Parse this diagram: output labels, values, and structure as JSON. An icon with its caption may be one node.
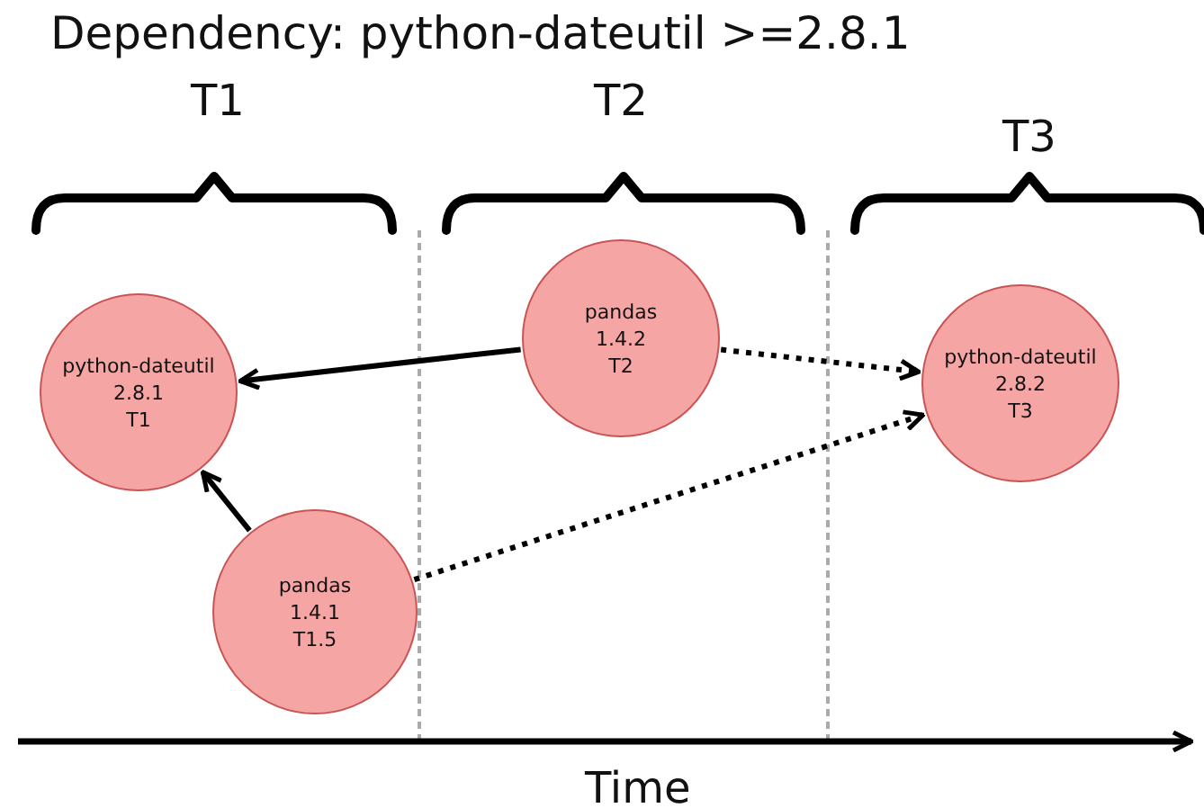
{
  "diagram": {
    "title": "Dependency: python-dateutil >=2.8.1",
    "nodes": [
      {
        "text": [
          "python-dateutil",
          "2.8.1",
          "T1"
        ]
      },
      {
        "text": [
          "pandas",
          "1.4.2",
          "T2"
        ]
      },
      {
        "text": [
          "python-dateutil",
          "2.8.2",
          "T3"
        ]
      },
      {
        "text": [
          "pandas",
          "1.4.1",
          "T1.5"
        ]
      }
    ],
    "edges": [
      {
        "from": 1,
        "to": 0,
        "arrow": "to"
      },
      {
        "from": 1,
        "to": 2,
        "arrow": "to",
        "style": "dashed"
      },
      {
        "from": 3,
        "to": 0,
        "arrow": "to"
      },
      {
        "from": 3,
        "to": 2,
        "arrow": "to",
        "style": "dashed"
      }
    ],
    "labels": [
      "T1",
      "T2",
      "T3",
      "Time"
    ]
  }
}
